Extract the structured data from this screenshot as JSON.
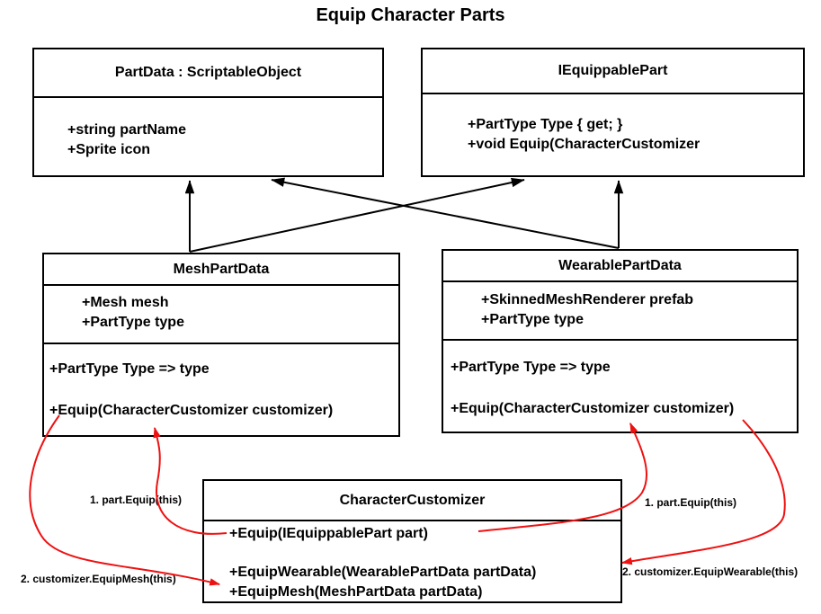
{
  "title": "Equip Character Parts",
  "colors": {
    "line": "#000000",
    "call_arrow": "#ee1111",
    "box_background": "#ffffff"
  },
  "classes": {
    "part_data": {
      "name": "PartData : ScriptableObject",
      "attributes": [
        "+string partName",
        "+Sprite icon"
      ]
    },
    "iequippable_part": {
      "name": "IEquippablePart",
      "attributes": [
        "+PartType Type { get; }",
        "+void Equip(CharacterCustomizer"
      ]
    },
    "mesh_part_data": {
      "name": "MeshPartData",
      "attributes": [
        "+Mesh mesh",
        "+PartType type"
      ],
      "methods": [
        "+PartType Type => type",
        "+Equip(CharacterCustomizer customizer)"
      ]
    },
    "wearable_part_data": {
      "name": "WearablePartData",
      "attributes": [
        "+SkinnedMeshRenderer prefab",
        "+PartType type"
      ],
      "methods": [
        "+PartType Type => type",
        "+Equip(CharacterCustomizer customizer)"
      ]
    },
    "character_customizer": {
      "name": "CharacterCustomizer",
      "methods": [
        "+Equip(IEquippablePart part)",
        "+EquipWearable(WearablePartData partData)",
        "+EquipMesh(MeshPartData partData)"
      ]
    }
  },
  "annotations": {
    "left_1": "1. part.Equip(this)",
    "left_2": "2. customizer.EquipMesh(this)",
    "right_1": "1. part.Equip(this)",
    "right_2": "2. customizer.EquipWearable(this)"
  },
  "relationships": {
    "inheritance": [
      "MeshPartData -> PartData",
      "MeshPartData -> IEquippablePart",
      "WearablePartData -> PartData",
      "WearablePartData -> IEquippablePart"
    ],
    "calls": [
      "CharacterCustomizer.Equip -> MeshPartData.Equip (1. part.Equip(this))",
      "MeshPartData.Equip -> CharacterCustomizer.EquipMesh (2. customizer.EquipMesh(this))",
      "CharacterCustomizer.Equip -> WearablePartData.Equip (1. part.Equip(this))",
      "WearablePartData.Equip -> CharacterCustomizer.EquipWearable (2. customizer.EquipWearable(this))"
    ]
  }
}
